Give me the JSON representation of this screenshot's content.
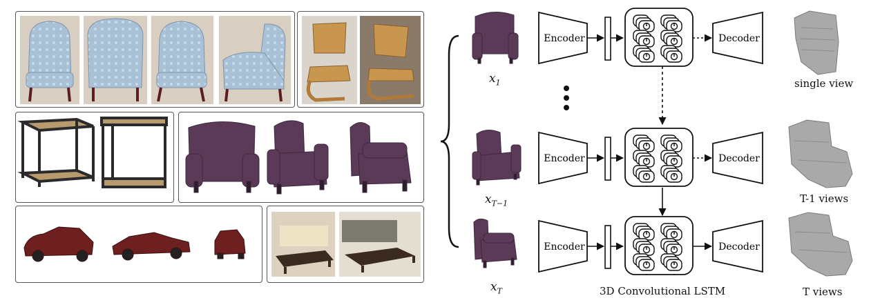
{
  "colors": {
    "damask_blue": "#a9c1d6",
    "wood_light": "#c8964f",
    "metal_black": "#2a2a2a",
    "table_wood": "#b79a6d",
    "leather_purple": "#5a3a57",
    "car_maroon": "#6e1f1f",
    "voxel_gray": "#a9a9a9",
    "line": "#111111"
  },
  "image_panels": [
    {
      "name": "blue-armchair-views",
      "icon": "damask-wingback-chair"
    },
    {
      "name": "wooden-chair-views",
      "icon": "bentwood-chair"
    },
    {
      "name": "side-table-views",
      "icon": "metal-frame-table"
    },
    {
      "name": "purple-armchair-views",
      "icon": "leather-tufted-armchair"
    },
    {
      "name": "car-views",
      "icon": "sedan-car"
    },
    {
      "name": "coffee-table-views",
      "icon": "living-room-coffee-table"
    }
  ],
  "rows": [
    {
      "input_label": {
        "base": "x",
        "sub": "1"
      },
      "encoder": "Encoder",
      "decoder": "Decoder",
      "output_label": "single view"
    },
    {
      "input_label": {
        "base": "x",
        "sub": "T−1"
      },
      "encoder": "Encoder",
      "decoder": "Decoder",
      "output_label": "T-1 views"
    },
    {
      "input_label": {
        "base": "x",
        "sub": "T"
      },
      "encoder": "Encoder",
      "decoder": "Decoder",
      "output_label": "T views"
    }
  ],
  "lstm_caption": "3D Convolutional LSTM",
  "ellipsis_icon": "vertical-ellipsis"
}
